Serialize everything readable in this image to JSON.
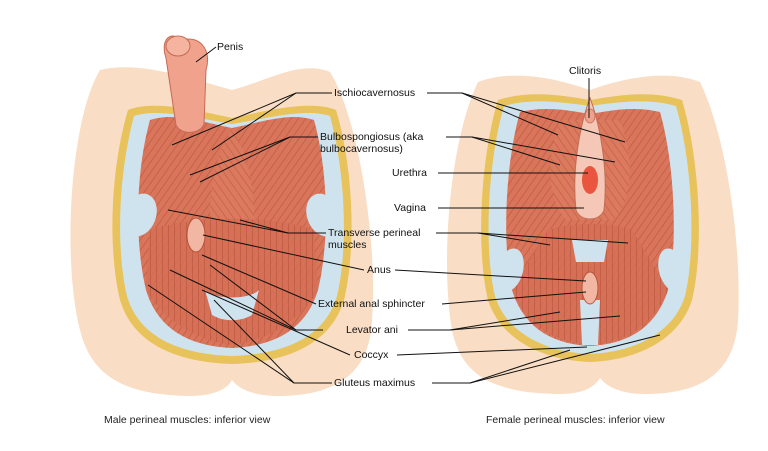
{
  "labels": {
    "penis": "Penis",
    "clitoris": "Clitoris",
    "ischiocavernosus": "Ischiocavernosus",
    "bulbospongiosus_line1": "Bulbospongiosus (aka",
    "bulbospongiosus_line2": "bulbocavernosus)",
    "urethra": "Urethra",
    "vagina": "Vagina",
    "transverse_line1": "Transverse perineal",
    "transverse_line2": "muscles",
    "anus": "Anus",
    "external_anal_sphincter": "External anal sphincter",
    "levator_ani": "Levator ani",
    "coccyx": "Coccyx",
    "gluteus_maximus": "Gluteus maximus"
  },
  "captions": {
    "male": "Male perineal muscles: inferior view",
    "female": "Female perineal muscles: inferior view"
  },
  "colors": {
    "skin": "#f9ddc4",
    "muscle": "#d9755a",
    "muscle_dark": "#b8533c",
    "fat": "#e8c25a",
    "fascia": "#cfe3ee",
    "leader": "#111111"
  }
}
